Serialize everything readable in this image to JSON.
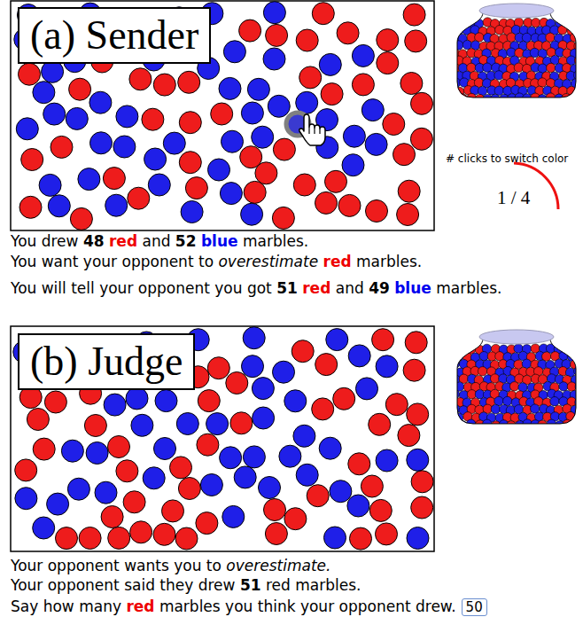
{
  "diagram": {
    "nodes": [
      {
        "text": [
          "(a) Sender"
        ]
      },
      {
        "text": [
          "(b) Judge"
        ]
      },
      {
        "text": [
          "50"
        ]
      }
    ],
    "labels": [
      "You drew",
      "48",
      "red",
      "and",
      "52",
      "blue",
      "marbles.",
      "You want your opponent to",
      "overestimate",
      "red",
      "marbles.",
      "You will tell your opponent you got",
      "51",
      "red",
      "and",
      "49",
      "blue",
      "marbles.",
      "Your opponent wants you to",
      "overestimate.",
      "Your opponent said they drew",
      "51",
      "red marbles.",
      "Say how many",
      "red",
      "marbles you think your opponent drew.",
      "# clicks to switch color",
      "1 / 4"
    ]
  }
}
